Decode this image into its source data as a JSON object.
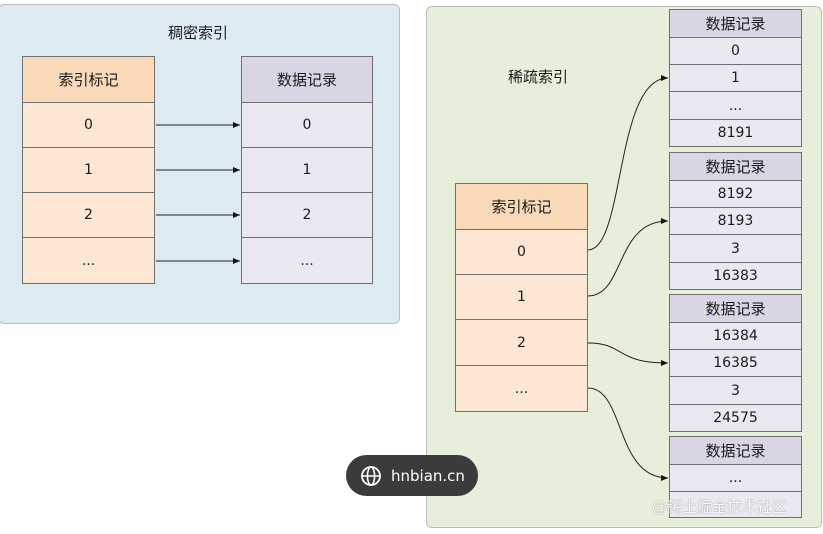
{
  "dense": {
    "title": "稠密索引",
    "index_header": "索引标记",
    "record_header": "数据记录",
    "index_cells": [
      "0",
      "1",
      "2",
      "..."
    ],
    "record_cells": [
      "0",
      "1",
      "2",
      "..."
    ]
  },
  "sparse": {
    "title": "稀疏索引",
    "index_header": "索引标记",
    "index_cells": [
      "0",
      "1",
      "2",
      "..."
    ],
    "record_groups": [
      {
        "header": "数据记录",
        "cells": [
          "0",
          "1",
          "...",
          "8191"
        ]
      },
      {
        "header": "数据记录",
        "cells": [
          "8192",
          "8193",
          "3",
          "16383"
        ]
      },
      {
        "header": "数据记录",
        "cells": [
          "16384",
          "16385",
          "3",
          "24575"
        ]
      },
      {
        "header": "数据记录",
        "cells": [
          "..."
        ]
      }
    ]
  },
  "badge": {
    "label": "hnbian.cn",
    "icon": "globe-icon"
  },
  "watermark": "@稀土掘金技术社区",
  "colors": {
    "dense_bg": "#dcebf2",
    "sparse_bg": "#e6efda",
    "index_header": "#f9d9b8",
    "index_cell": "#fbe7d3",
    "record_header": "#d9d5e4",
    "record_cell": "#eae9f1"
  }
}
